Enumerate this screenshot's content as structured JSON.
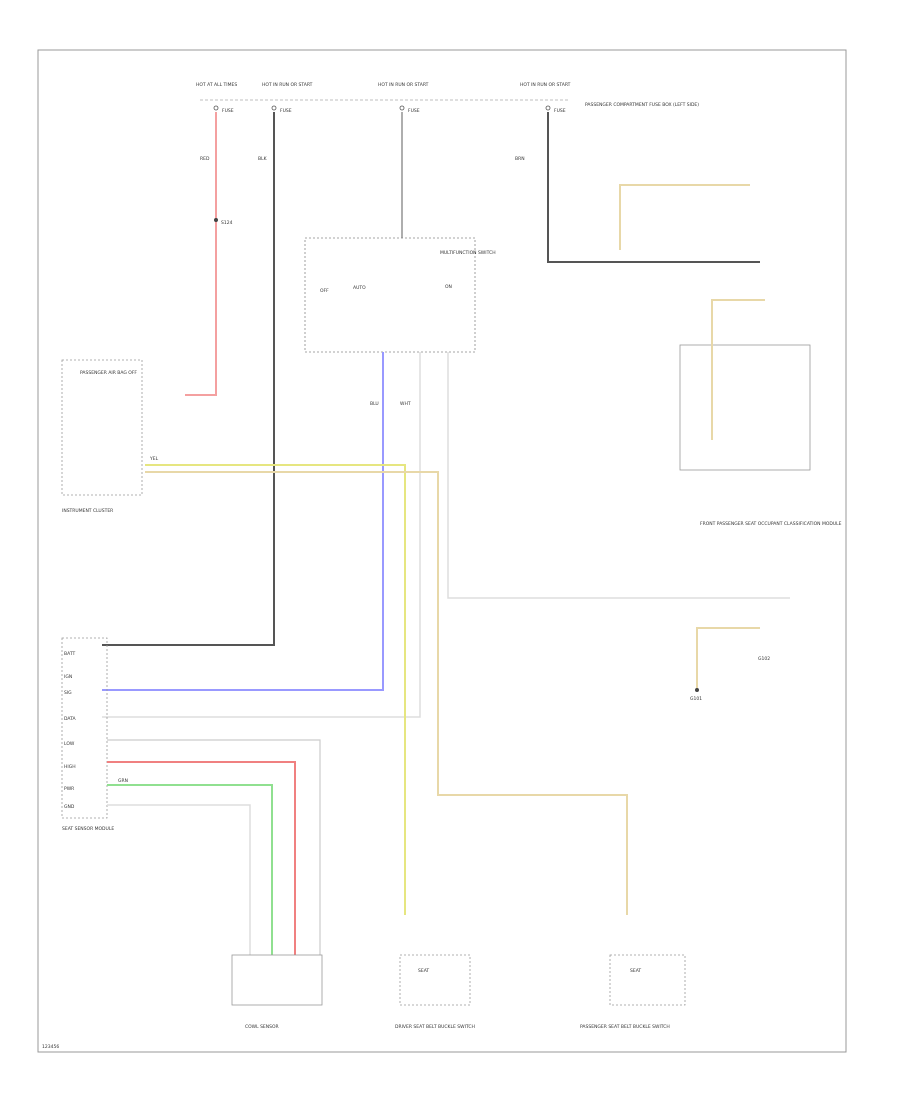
{
  "title": "",
  "sources": [
    {
      "label": "HOT AT ALL TIMES"
    },
    {
      "label": "HOT IN RUN OR START"
    },
    {
      "label": "HOT IN RUN OR START"
    },
    {
      "label": "HOT IN RUN OR START"
    }
  ],
  "fuses": [
    {
      "label": "FUSE"
    },
    {
      "label": "FUSE"
    },
    {
      "label": "FUSE"
    },
    {
      "label": "FUSE"
    }
  ],
  "fuse_note": "PASSENGER COMPARTMENT FUSE BOX (LEFT SIDE)",
  "splice": "S124",
  "components": {
    "instrument_cluster": "INSTRUMENT CLUSTER",
    "indicator": "PASSENGER AIR BAG OFF",
    "multifunction": "MULTIFUNCTION SWITCH",
    "switch_labels": [
      "OFF",
      "AUTO",
      "ON"
    ],
    "seat_sensor_module": "SEAT SENSOR MODULE",
    "frt_module": "FRONT PASSENGER SEAT OCCUPANT CLASSIFICATION MODULE",
    "cowl_sensor": "COWL SENSOR",
    "driver_latch": "DRIVER SEAT BELT BUCKLE SWITCH",
    "passenger_latch": "PASSENGER SEAT BELT BUCKLE SWITCH",
    "ground1": "G101",
    "ground2": "G102",
    "seat_text": "SEAT"
  },
  "module_pins": [
    "BATT",
    "IGN",
    "SIG",
    "DATA",
    "LOW",
    "HIGH",
    "PWR",
    "GND"
  ],
  "wire_colors": [
    "RED",
    "BLU",
    "YEL",
    "GRN",
    "WHT",
    "BRN",
    "BLK"
  ],
  "diagram_id": "123456"
}
